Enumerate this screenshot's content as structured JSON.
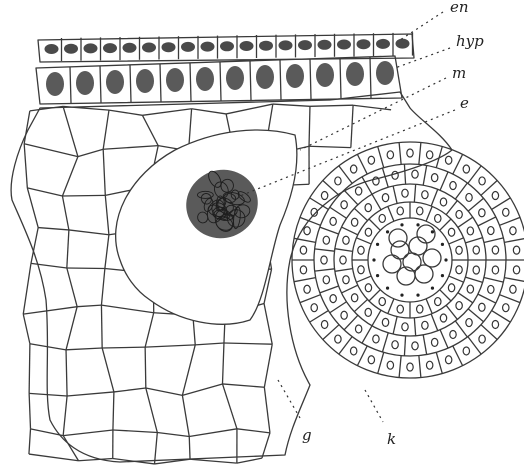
{
  "figure": {
    "labels": {
      "en": "en",
      "hyp": "hyp",
      "m": "m",
      "e": "e",
      "g": "g",
      "k": "k"
    }
  }
}
